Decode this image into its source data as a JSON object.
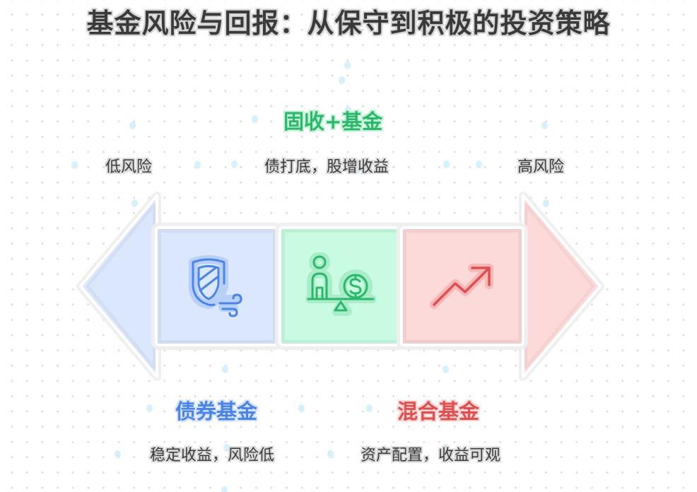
{
  "title": "基金风险与回报：从保守到积极的投资策略",
  "colors": {
    "blue": "#4a84e6",
    "blue_fill": "#dbe7fc",
    "green": "#2cb86a",
    "green_fill": "#c8fbe2",
    "red": "#e04f4f",
    "red_fill": "#fddada",
    "text": "#3c3c3c"
  },
  "axis": {
    "left_label": "低风险",
    "right_label": "高风险"
  },
  "segments": [
    {
      "name": "债券基金",
      "description": "稳定收益，风险低",
      "icon": "shield-wind-icon",
      "color": "blue",
      "position": "bottom"
    },
    {
      "name": "固收+基金",
      "description": "债打底，股增收益",
      "icon": "person-scale-coin-icon",
      "color": "green",
      "position": "top"
    },
    {
      "name": "混合基金",
      "description": "资产配置，收益可观",
      "icon": "trending-up-icon",
      "color": "red",
      "position": "bottom"
    }
  ]
}
